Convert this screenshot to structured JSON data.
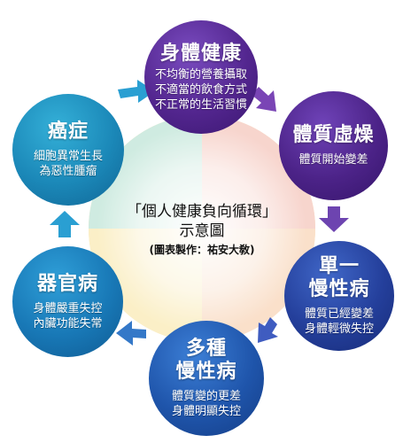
{
  "diagram": {
    "center": {
      "title": "「個人健康負向循環」",
      "subtitle": "示意圖",
      "credit": "(圖表製作：祐安大敎)"
    },
    "nodes": [
      {
        "id": "health",
        "title": "身體健康",
        "lines": [
          "不均衡的營養攝取",
          "不適當的飲食方式",
          "不正常的生活習慣"
        ],
        "color": "#53268f"
      },
      {
        "id": "weak",
        "title": "體質虛燥",
        "lines": [
          "體質開始變差"
        ],
        "color": "#4c2388"
      },
      {
        "id": "single",
        "title": "單一\n慢性病",
        "lines": [
          "體質已經變差",
          "身體輕微失控"
        ],
        "color": "#243f9b"
      },
      {
        "id": "multi",
        "title": "多種\n慢性病",
        "lines": [
          "體質變的更差",
          "身體明顯失控"
        ],
        "color": "#1f55ab"
      },
      {
        "id": "organ",
        "title": "器官病",
        "lines": [
          "身體嚴重失控",
          "內臟功能失常"
        ],
        "color": "#1878b6"
      },
      {
        "id": "cancer",
        "title": "癌症",
        "lines": [
          "細胞異常生長",
          "為惡性腫瘤"
        ],
        "color": "#1b88b8"
      }
    ],
    "arrow_colors": {
      "purple": "#7a45b5",
      "blue": "#3f5cc0",
      "cyan": "#2a9fd2"
    }
  }
}
